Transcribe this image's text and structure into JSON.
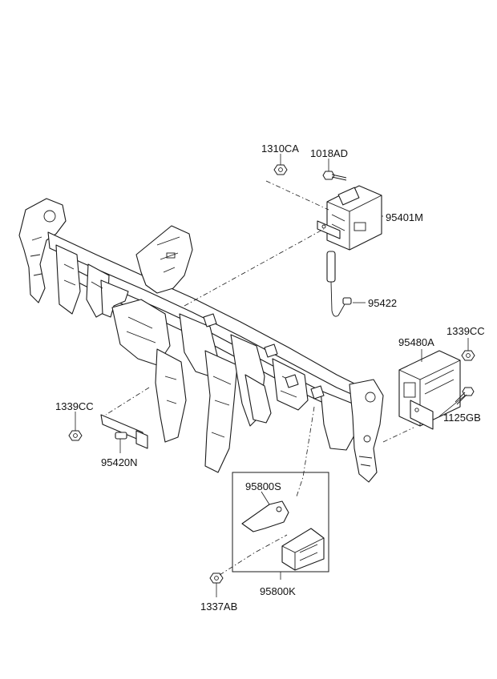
{
  "labels": {
    "p1310CA": "1310CA",
    "p1018AD": "1018AD",
    "p95401M": "95401M",
    "p95422": "95422",
    "p95480A": "95480A",
    "p1339CC_right": "1339CC",
    "p1125GB": "1125GB",
    "p1339CC_left": "1339CC",
    "p95420N": "95420N",
    "p95800S": "95800S",
    "p95800K": "95800K",
    "p1337AB": "1337AB"
  }
}
